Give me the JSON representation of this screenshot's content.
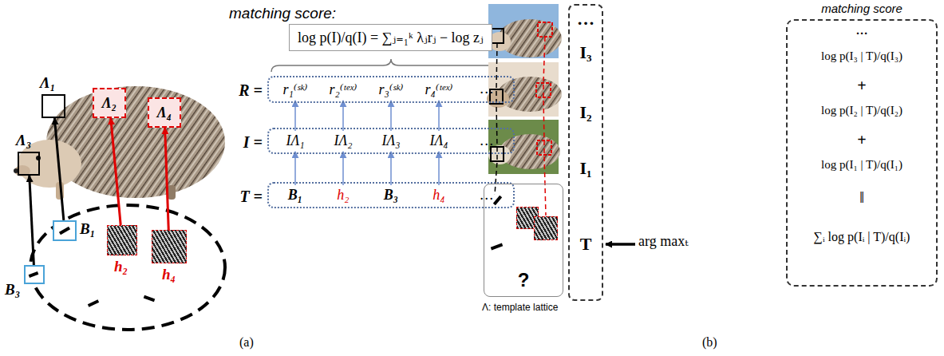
{
  "diagram": {
    "nodes": [
      {
        "text": [
          "Λ₁"
        ]
      },
      {
        "text": [
          "Λ₂"
        ]
      },
      {
        "text": [
          "Λ₄"
        ]
      },
      {
        "text": [
          "Λ₃"
        ]
      },
      {
        "text": [
          "B₁"
        ]
      },
      {
        "text": [
          "B₃"
        ]
      },
      {
        "text": [
          "h₂"
        ]
      },
      {
        "text": [
          "h₄"
        ]
      },
      {
        "text": [
          "log p(I)/q(I) = ∑ⱼ₌₁ᵏ λⱼrⱼ − log zⱼ"
        ]
      },
      {
        "text": [
          "R =",
          "r₁⁽ˢᵏ⁾",
          "r₂⁽ᵗᵉˣ⁾",
          "r₃⁽ˢᵏ⁾",
          "r₄⁽ᵗᵉˣ⁾",
          "…"
        ]
      },
      {
        "text": [
          "I =",
          "IΛ₁",
          "IΛ₂",
          "IΛ₃",
          "IΛ₄",
          "…"
        ]
      },
      {
        "text": [
          "T =",
          "B₁",
          "h₂",
          "B₃",
          "h₄",
          "…"
        ]
      },
      {
        "text": [
          "…",
          "I₃",
          "I₂",
          "I₁",
          "T"
        ]
      },
      {
        "text": [
          "?"
        ]
      },
      {
        "text": [
          "matching score",
          "…",
          "log p(I₃ | T)/q(I₃)",
          "+",
          "log p(I₂ | T)/q(I₂)",
          "+",
          "log p(I₁ | T)/q(I₁)",
          "‖",
          "∑ᵢ log p(Iᵢ | T)/q(Iᵢ)"
        ]
      }
    ],
    "edges": [
      {
        "from": 5,
        "to": 3,
        "arrow": "to"
      },
      {
        "from": 4,
        "to": 0,
        "arrow": "to"
      },
      {
        "from": 6,
        "to": 1,
        "arrow": "to"
      },
      {
        "from": 7,
        "to": 2,
        "arrow": "to"
      }
    ],
    "labels": [
      "matching score:",
      "Λ: template lattice",
      "arg maxₜ",
      "(a)",
      "(b)"
    ]
  }
}
